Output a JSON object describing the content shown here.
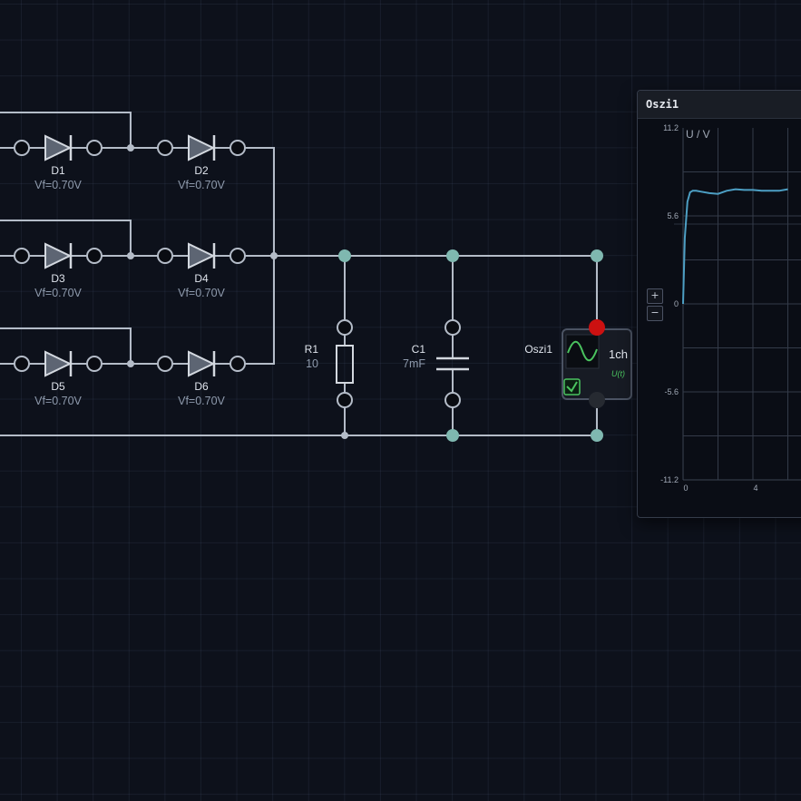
{
  "colors": {
    "background": "#0d111b",
    "wire": "#b4bcc8",
    "junction_node": "#7fb8b0",
    "pin": "#0a0c12",
    "probe_positive": "#cc1111",
    "trace": "#4d9fc4",
    "scope_icon": "#4ac35f"
  },
  "diodes": [
    {
      "name": "D1",
      "value": "Vf=0.70V"
    },
    {
      "name": "D2",
      "value": "Vf=0.70V"
    },
    {
      "name": "D3",
      "value": "Vf=0.70V"
    },
    {
      "name": "D4",
      "value": "Vf=0.70V"
    },
    {
      "name": "D5",
      "value": "Vf=0.70V"
    },
    {
      "name": "D6",
      "value": "Vf=0.70V"
    }
  ],
  "resistor": {
    "name": "R1",
    "value": "10"
  },
  "capacitor": {
    "name": "C1",
    "value": "7mF"
  },
  "probe": {
    "name": "Oszi1",
    "channels": "1ch",
    "signal": "U(t)",
    "enabled": true
  },
  "scope": {
    "title": "Oszi1",
    "zoom_in": "+",
    "zoom_out": "−",
    "chart_data": {
      "type": "line",
      "ylabel": "U / V",
      "y_ticks": [
        "11.2",
        "5.6",
        "0",
        "-5.6",
        "-11.2"
      ],
      "x_ticks": [
        "0",
        "4"
      ],
      "ylim": [
        -11.2,
        11.2
      ],
      "grid": true,
      "series": [
        {
          "x": [
            0,
            0.1,
            0.25,
            0.4,
            0.55,
            0.75,
            1,
            1.5,
            2,
            2.5,
            3,
            3.5,
            4,
            4.5,
            5,
            5.5,
            6
          ],
          "y": [
            0,
            4.2,
            6.5,
            7.1,
            7.2,
            7.2,
            7.15,
            7.05,
            7.0,
            7.2,
            7.3,
            7.25,
            7.25,
            7.2,
            7.2,
            7.2,
            7.3
          ]
        }
      ]
    }
  }
}
